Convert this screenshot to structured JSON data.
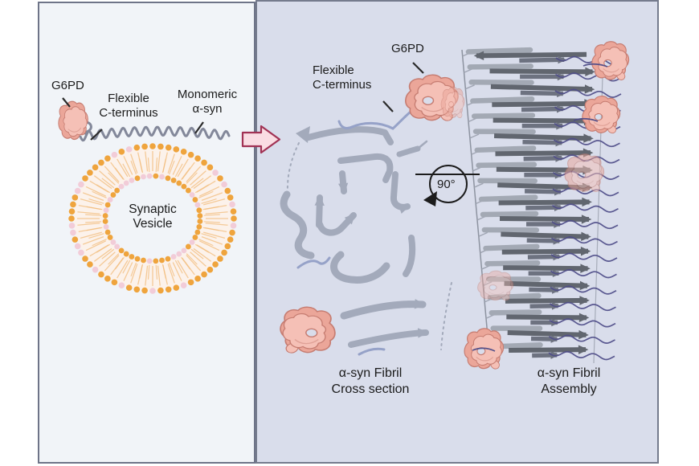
{
  "figure": {
    "left_panel": {
      "g6pd_label": "G6PD",
      "flexible_label_line1": "Flexible",
      "flexible_label_line2": "C-terminus",
      "monomeric_label_line1": "Monomeric",
      "monomeric_label_line2": "α-syn",
      "vesicle_label_line1": "Synaptic",
      "vesicle_label_line2": "Vesicle"
    },
    "right_panel": {
      "flexible_label_line1": "Flexible",
      "flexible_label_line2": "C-terminus",
      "g6pd_label": "G6PD",
      "rotation_label": "90°",
      "cross_caption_line1": "α-syn Fibril",
      "cross_caption_line2": "Cross section",
      "assembly_caption_line1": "α-syn Fibril",
      "assembly_caption_line2": "Assembly"
    }
  },
  "colors": {
    "left_panel_bg": "#f1f4f8",
    "right_panel_bg": "#d9ddeb",
    "panel_border": "#6e7488",
    "lipid_orange": "#efa43d",
    "lipid_pink": "#f2ccd8",
    "lipid_tail": "#f3c083",
    "bilayer_tint": "#fdf2e9",
    "asyn_gray": "#83889a",
    "ribbon_gray": "#98a0b1",
    "strand_dark": "#61666f",
    "strand_mid": "#6d7280",
    "strand_light": "#a3a9b4",
    "cterm_blue": "#96a2c8",
    "cterm_purple": "#4e4c88",
    "g6pd_fill": "#f5c0b6",
    "g6pd_back": "#eba699",
    "g6pd_outline": "#c67d72",
    "transition_arrow_fill": "#fadde3",
    "transition_arrow_stroke": "#a13254",
    "ink": "#1c1c1c"
  }
}
